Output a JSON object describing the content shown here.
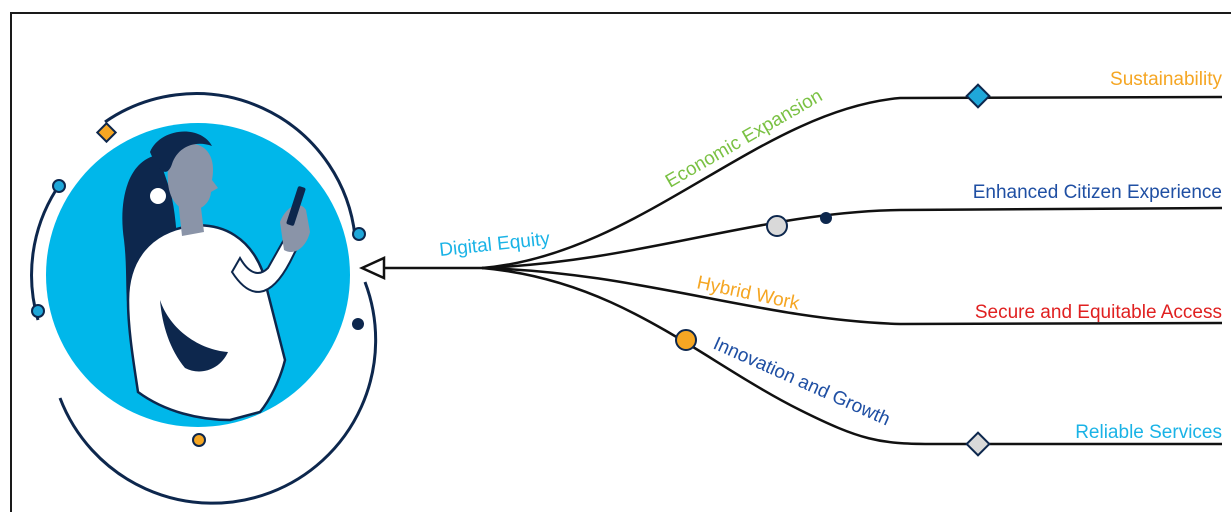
{
  "diagram": {
    "center_label": "Digital Equity",
    "branch_labels": {
      "economic": "Economic Expansion",
      "hybrid": "Hybrid Work",
      "innovation": "Innovation and Growth"
    },
    "outcomes": [
      {
        "label": "Sustainability",
        "color": "#f5a623"
      },
      {
        "label": "Enhanced Citizen Experience",
        "color": "#1f4fa3"
      },
      {
        "label": "Secure and Equitable Access",
        "color": "#e02020"
      },
      {
        "label": "Reliable Services",
        "color": "#1ab3e6"
      }
    ],
    "colors": {
      "economic": "#7ac143",
      "digital_equity": "#1ab3e6",
      "hybrid": "#f5a623",
      "innovation": "#1f4fa3",
      "circle_fill": "#00b7ea",
      "navy": "#0d274d",
      "marker_gray": "#d9d9d9",
      "marker_teal": "#1fa7d9",
      "marker_orange": "#f5a623"
    }
  }
}
